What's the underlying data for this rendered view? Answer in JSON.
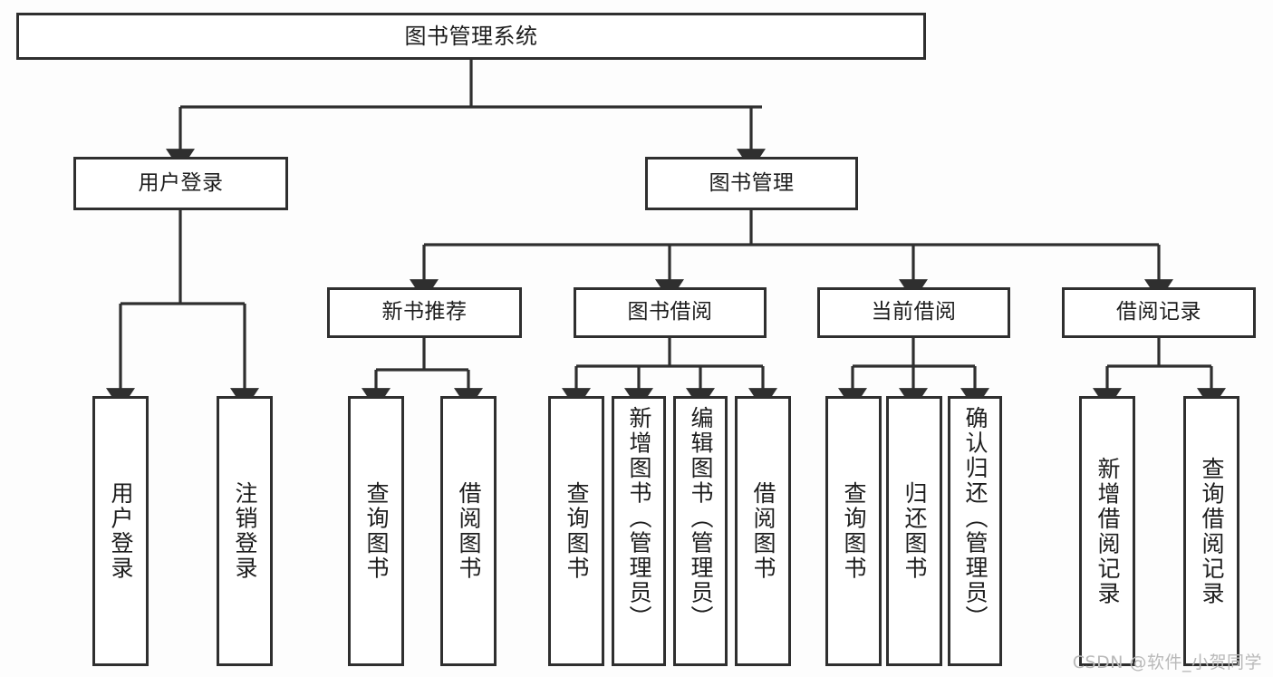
{
  "diagram": {
    "title": "图书管理系统",
    "type": "hierarchy-tree",
    "watermark": "CSDN @软件_小贺同学",
    "colors": {
      "stroke": "#2f2f2f",
      "box_fill": "#ffffff",
      "background": "#fdfdfd",
      "text": "#1d1d1d",
      "watermark": "#b9b9b9"
    },
    "levels": [
      {
        "level": 0,
        "nodes": [
          {
            "id": "root",
            "label": "图书管理系统"
          }
        ]
      },
      {
        "level": 1,
        "nodes": [
          {
            "id": "login",
            "label": "用户登录",
            "parent": "root"
          },
          {
            "id": "bookmgmt",
            "label": "图书管理",
            "parent": "root"
          }
        ]
      },
      {
        "level": 2,
        "nodes": [
          {
            "id": "newbook",
            "label": "新书推荐",
            "parent": "bookmgmt"
          },
          {
            "id": "borrow",
            "label": "图书借阅",
            "parent": "bookmgmt"
          },
          {
            "id": "current",
            "label": "当前借阅",
            "parent": "bookmgmt"
          },
          {
            "id": "records",
            "label": "借阅记录",
            "parent": "bookmgmt"
          }
        ]
      },
      {
        "level": 3,
        "nodes": [
          {
            "id": "leaf1",
            "label": "用户登录",
            "parent": "login"
          },
          {
            "id": "leaf2",
            "label": "注销登录",
            "parent": "login"
          },
          {
            "id": "leaf3",
            "label": "查询图书",
            "parent": "newbook"
          },
          {
            "id": "leaf4",
            "label": "借阅图书",
            "parent": "newbook"
          },
          {
            "id": "leaf5",
            "label": "查询图书",
            "parent": "borrow"
          },
          {
            "id": "leaf6",
            "label": "新增图书（管理员）",
            "parent": "borrow"
          },
          {
            "id": "leaf7",
            "label": "编辑图书（管理员）",
            "parent": "borrow"
          },
          {
            "id": "leaf8",
            "label": "借阅图书",
            "parent": "borrow"
          },
          {
            "id": "leaf9",
            "label": "查询图书",
            "parent": "current"
          },
          {
            "id": "leaf10",
            "label": "归还图书",
            "parent": "current"
          },
          {
            "id": "leaf11",
            "label": "确认归还（管理员）",
            "parent": "current"
          },
          {
            "id": "leaf12",
            "label": "新增借阅记录",
            "parent": "records"
          },
          {
            "id": "leaf13",
            "label": "查询借阅记录",
            "parent": "records"
          }
        ]
      }
    ]
  }
}
